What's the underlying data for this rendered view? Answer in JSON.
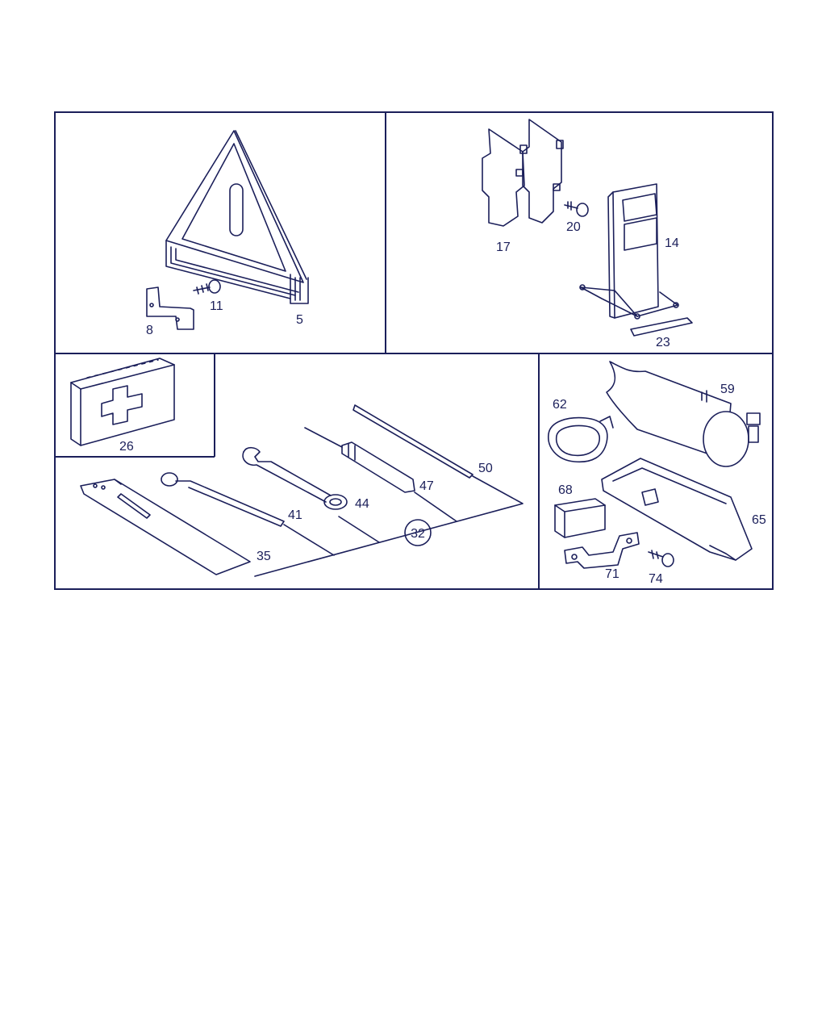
{
  "diagram": {
    "part_numbers": {
      "p5": "5",
      "p8": "8",
      "p11": "11",
      "p14": "14",
      "p17": "17",
      "p20": "20",
      "p23": "23",
      "p26": "26",
      "p32": "32",
      "p35": "35",
      "p41": "41",
      "p44": "44",
      "p47": "47",
      "p50": "50",
      "p59": "59",
      "p62": "62",
      "p65": "65",
      "p68": "68",
      "p71": "71",
      "p74": "74"
    },
    "colors": {
      "line": "#1b1f5a",
      "background": "#ffffff"
    }
  }
}
